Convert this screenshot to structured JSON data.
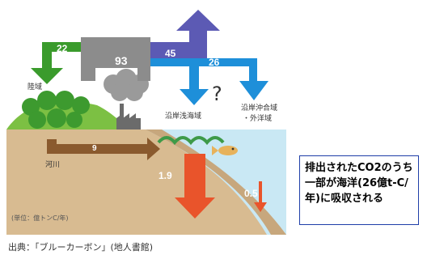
{
  "flows": {
    "emission_total": "93",
    "to_land": "22",
    "to_atmosphere": "45",
    "to_ocean": "26",
    "river": "9",
    "coastal_sequestration": "1.9",
    "offshore_sequestration": "0.5"
  },
  "labels": {
    "land": "陸域",
    "river": "河川",
    "shallow_coastal": "沿岸浅海域",
    "offshore_line1": "沿岸沖合域",
    "offshore_line2": "・外洋域",
    "unknown": "?",
    "unit": "(単位：億トンC/年)"
  },
  "note": "排出されたCO2のうち一部が海洋(26億t-C/年)に吸収される",
  "source": "出典：「ブルーカーボン」(地人書館)",
  "colors": {
    "land_arrow": "#3a9b2c",
    "emission_gray": "#8c8c8c",
    "atmosphere_purple": "#5c5ab4",
    "ocean_blue": "#1e8fd9",
    "river_brown": "#8a5a2e",
    "sequestration_red": "#e9542b",
    "soil": "#d8bb91",
    "sea": "#c9e8f4",
    "note_border": "#1e3ea8"
  }
}
